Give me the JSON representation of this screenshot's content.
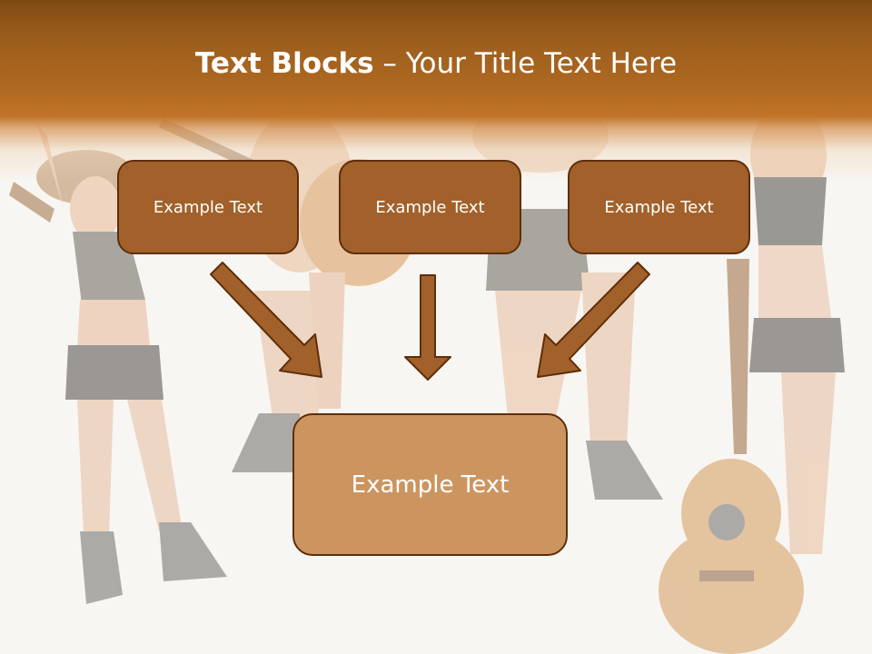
{
  "slide": {
    "title_bold": "Text Blocks",
    "title_dash": " – ",
    "title_rest": "Your Title Text Here",
    "boxes": [
      {
        "text": "Example Text"
      },
      {
        "text": "Example Text"
      },
      {
        "text": "Example Text"
      }
    ],
    "center_box": {
      "text": "Example Text"
    },
    "colors": {
      "title_bar": "#9a5c1c",
      "box_fill": "#a2612a",
      "box_border": "#5e2e0a",
      "center_fill": "#cc9560",
      "arrow_fill": "#a2612a"
    },
    "background_icon": "cowgirls-with-guitars-photo"
  }
}
